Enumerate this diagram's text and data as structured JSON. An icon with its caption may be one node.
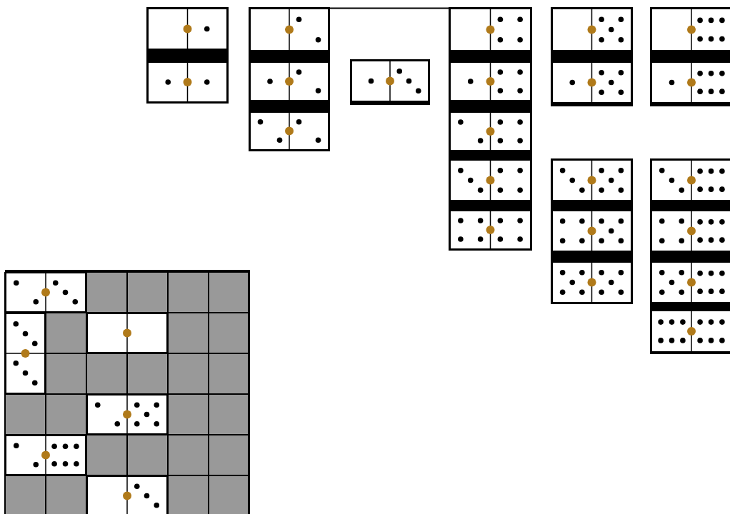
{
  "diagram": {
    "nodes": [
      {
        "text": [],
        "shape": "domino"
      },
      {
        "text": [],
        "shape": "domino"
      },
      {
        "text": [],
        "shape": "domino"
      },
      {
        "text": [],
        "shape": "domino"
      },
      {
        "text": [],
        "shape": "domino"
      },
      {
        "text": [],
        "shape": "domino"
      },
      {
        "text": [],
        "shape": "domino"
      },
      {
        "text": [],
        "shape": "domino"
      },
      {
        "text": [],
        "shape": "domino"
      },
      {
        "text": [],
        "shape": "domino"
      },
      {
        "text": [],
        "shape": "domino"
      },
      {
        "text": [],
        "shape": "domino"
      },
      {
        "text": [],
        "shape": "domino"
      },
      {
        "text": [],
        "shape": "domino"
      },
      {
        "text": [],
        "shape": "domino"
      },
      {
        "text": [],
        "shape": "domino"
      },
      {
        "text": [],
        "shape": "domino"
      },
      {
        "text": [],
        "shape": "domino"
      },
      {
        "text": [],
        "shape": "domino"
      },
      {
        "text": [],
        "shape": "domino"
      },
      {
        "text": [],
        "shape": "domino"
      },
      {
        "text": [],
        "shape": "domino"
      },
      {
        "text": [],
        "shape": "grid"
      },
      {
        "text": [],
        "shape": "domino",
        "in": 22
      },
      {
        "text": [],
        "shape": "domino",
        "in": 22
      },
      {
        "text": [],
        "shape": "domino",
        "in": 22
      },
      {
        "text": [],
        "shape": "domino",
        "in": 22
      },
      {
        "text": [],
        "shape": "domino",
        "in": 22
      },
      {
        "text": [],
        "shape": "domino",
        "in": 22
      }
    ],
    "edges": [
      {
        "from": 2,
        "to": 6,
        "arrow": "none"
      }
    ]
  }
}
